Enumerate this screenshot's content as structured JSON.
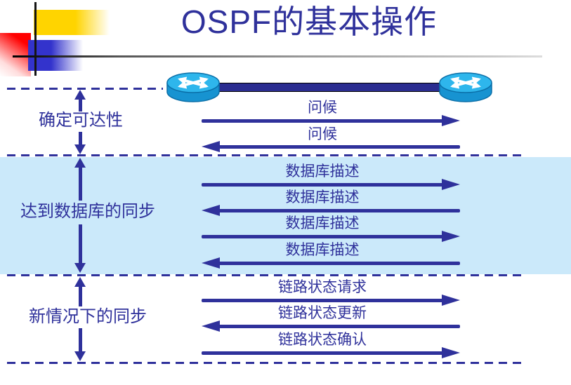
{
  "slide": {
    "title": "OSPF的基本操作"
  },
  "colors": {
    "navy": "#2f319b",
    "band": "#cbe9fa",
    "router_top": "#2eb6ec",
    "router_body": "#1793d1",
    "link": "#2a2c90",
    "deco_yellow": "#ffd400",
    "deco_red": "#ff0000",
    "deco_blue": "#3333cc"
  },
  "icons": {
    "router_left": "router-icon",
    "router_right": "router-icon"
  },
  "phases": [
    {
      "label": "确定可达性",
      "highlighted": false,
      "messages": [
        {
          "text": "问候",
          "direction": "right"
        },
        {
          "text": "问候",
          "direction": "left"
        }
      ]
    },
    {
      "label": "达到数据库的同步",
      "highlighted": true,
      "messages": [
        {
          "text": "数据库描述",
          "direction": "right"
        },
        {
          "text": "数据库描述",
          "direction": "left"
        },
        {
          "text": "数据库描述",
          "direction": "right"
        },
        {
          "text": "数据库描述",
          "direction": "left"
        }
      ]
    },
    {
      "label": "新情况下的同步",
      "highlighted": false,
      "messages": [
        {
          "text": "链路状态请求",
          "direction": "right"
        },
        {
          "text": "链路状态更新",
          "direction": "left"
        },
        {
          "text": "链路状态确认",
          "direction": "right"
        }
      ]
    }
  ]
}
